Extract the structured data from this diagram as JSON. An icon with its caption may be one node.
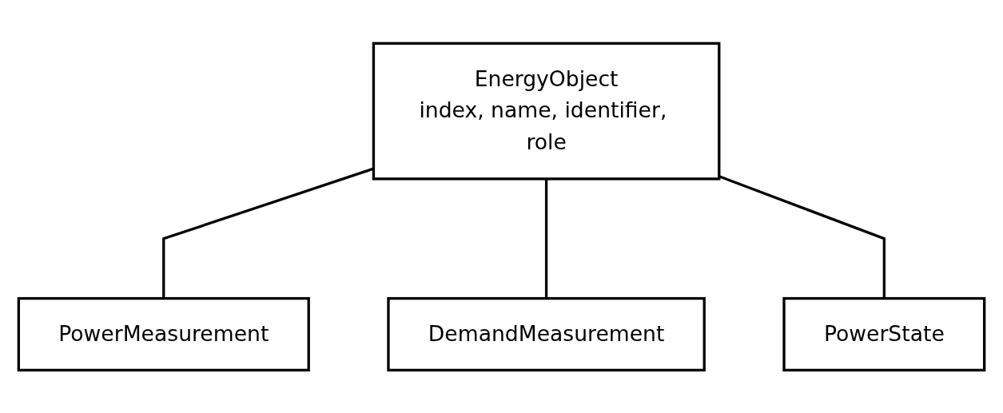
{
  "diagram": {
    "nodes": [
      {
        "text": [
          "EnergyObject",
          "index, name, identifier, role"
        ]
      },
      {
        "text": [
          "PowerMeasurement"
        ]
      },
      {
        "text": [
          "DemandMeasurement"
        ]
      },
      {
        "text": [
          "PowerState"
        ]
      }
    ],
    "edges": [
      {
        "from": 0,
        "to": 1,
        "arrow": "none"
      },
      {
        "from": 0,
        "to": 2,
        "arrow": "none"
      },
      {
        "from": 0,
        "to": 3,
        "arrow": "none"
      }
    ]
  }
}
